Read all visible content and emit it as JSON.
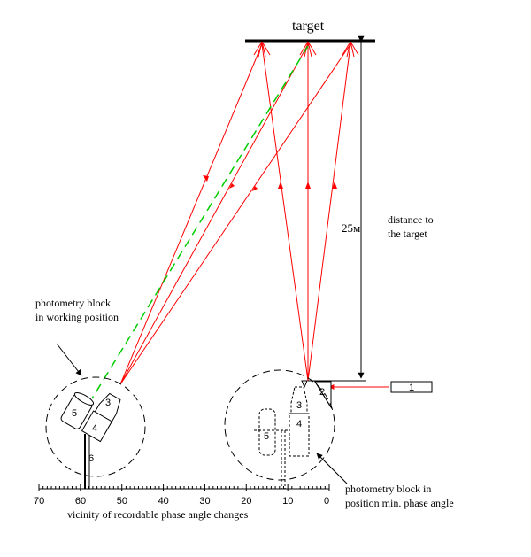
{
  "title": "target",
  "distance_value": "25м",
  "distance_label": [
    "distance to",
    "the target"
  ],
  "working_label": [
    "photometry block",
    "in working position"
  ],
  "minphase_label": [
    "photometry block in",
    "position min. phase angle"
  ],
  "axis_caption": "vicinity of recordable phase angle changes",
  "axis_ticks": [
    "70",
    "60",
    "50",
    "40",
    "30",
    "20",
    "10",
    "0"
  ],
  "parts": {
    "p1": "1",
    "p2": "2",
    "p3": "3",
    "p4": "4",
    "p5": "5",
    "p6": "6"
  },
  "colors": {
    "ray": "#ff0000",
    "green": "#00cc00",
    "ink": "#000000"
  }
}
